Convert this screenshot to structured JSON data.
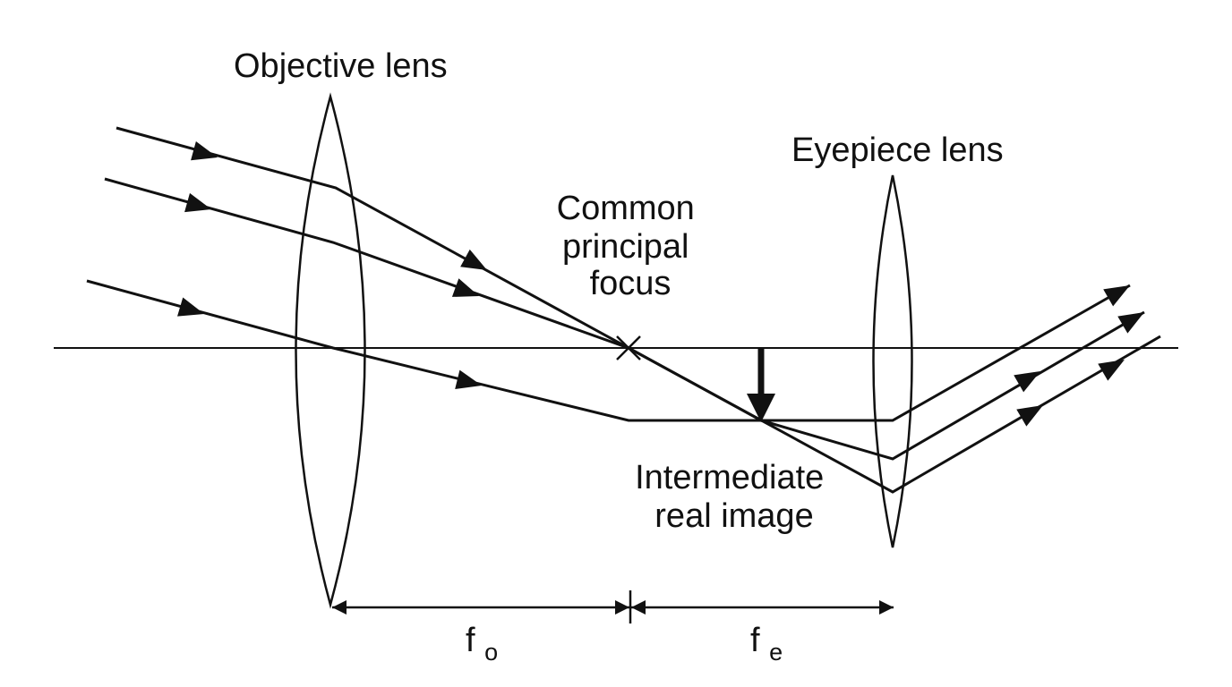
{
  "diagram": {
    "ink_color": "#111111",
    "background_color": "#ffffff",
    "labels": {
      "objective_lens": "Objective lens",
      "eyepiece_lens": "Eyepiece lens",
      "common_focus": [
        "Common",
        "principal",
        "focus"
      ],
      "intermediate_image": [
        "Intermediate",
        "real image"
      ]
    },
    "dimensions": {
      "objective_focal": {
        "symbol": "f",
        "subscript": "o"
      },
      "eyepiece_focal": {
        "symbol": "f",
        "subscript": "e"
      }
    }
  }
}
